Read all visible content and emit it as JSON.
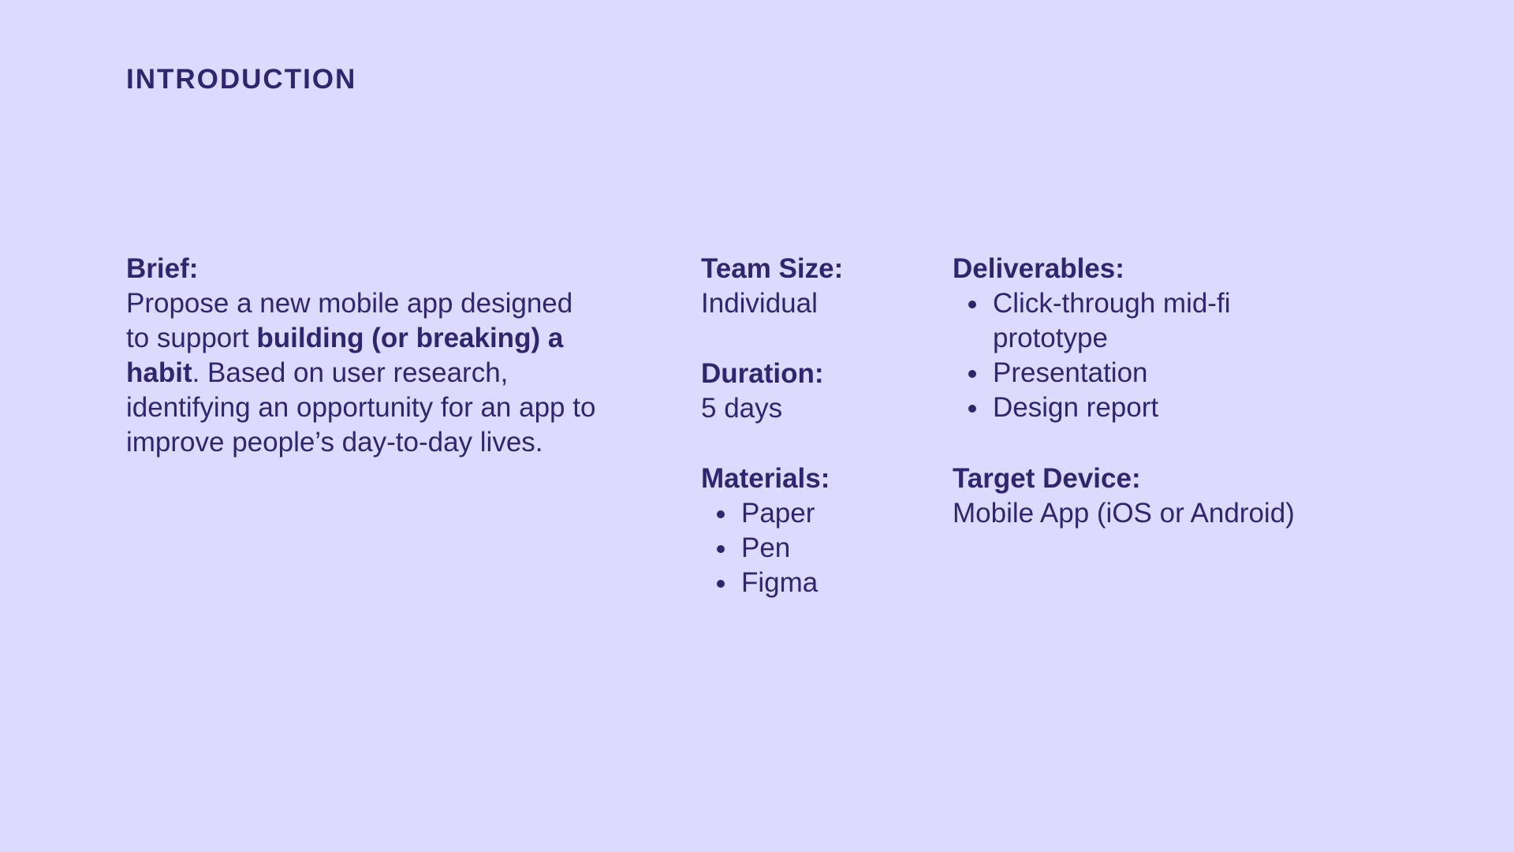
{
  "title": "INTRODUCTION",
  "brief": {
    "label": "Brief:",
    "text_before": "Propose a new mobile app designed to support ",
    "text_bold": "building (or breaking) a habit",
    "text_after": ". Based on user research, identifying an opportunity for an app to improve people’s day-to-day lives."
  },
  "team_size": {
    "label": "Team Size:",
    "value": "Individual"
  },
  "duration": {
    "label": "Duration:",
    "value": "5 days"
  },
  "materials": {
    "label": "Materials:",
    "items": [
      "Paper",
      "Pen",
      "Figma"
    ]
  },
  "deliverables": {
    "label": "Deliverables:",
    "items": [
      "Click-through mid-fi prototype",
      "Presentation",
      "Design report"
    ]
  },
  "target_device": {
    "label": "Target Device:",
    "value": "Mobile App (iOS or Android)"
  },
  "colors": {
    "background": "#dddaff",
    "text": "#2f2670"
  }
}
